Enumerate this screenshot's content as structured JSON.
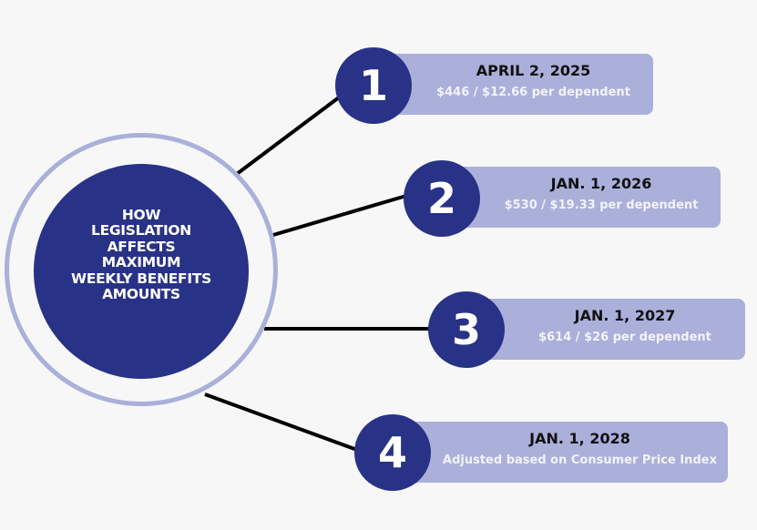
{
  "hub": {
    "title_lines": [
      "HOW",
      "LEGISLATION",
      "AFFECTS",
      "MAXIMUM",
      "WEEKLY BENEFITS",
      "AMOUNTS"
    ]
  },
  "steps": [
    {
      "number": "1",
      "date": "APRIL 2, 2025",
      "detail": "$446 / $12.66 per dependent"
    },
    {
      "number": "2",
      "date": "JAN. 1, 2026",
      "detail": "$530 / $19.33 per dependent"
    },
    {
      "number": "3",
      "date": "JAN. 1, 2027",
      "detail": "$614 / $26 per dependent"
    },
    {
      "number": "4",
      "date": "JAN. 1, 2028",
      "detail": "Adjusted based on Consumer Price Index"
    }
  ],
  "colors": {
    "navy": "#283286",
    "lavender": "#aab0da",
    "background": "#f7f7f8",
    "line": "#000000"
  }
}
